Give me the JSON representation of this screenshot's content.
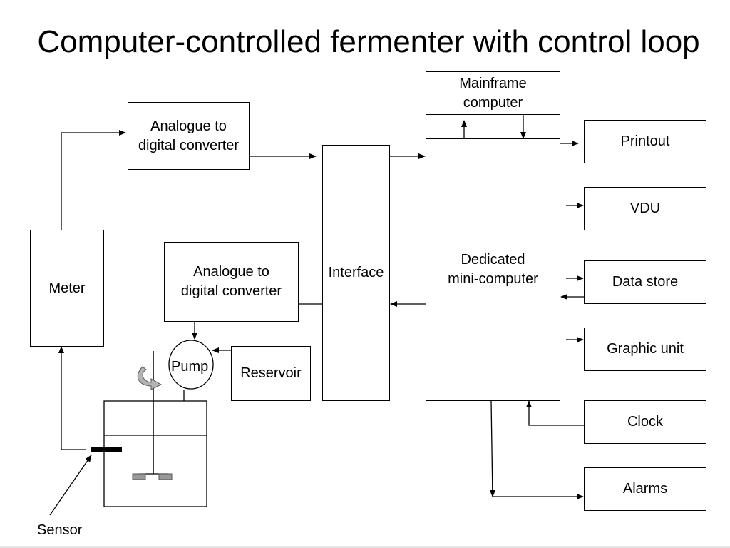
{
  "title": "Computer-controlled fermenter with control loop",
  "blocks": {
    "mainframe": [
      "Mainframe",
      "computer"
    ],
    "adc_top": [
      "Analogue to",
      "digital converter"
    ],
    "adc_mid": [
      "Analogue to",
      "digital converter"
    ],
    "interface": "Interface",
    "minicomputer": [
      "Dedicated",
      "mini-computer"
    ],
    "meter": "Meter",
    "printout": "Printout",
    "vdu": "VDU",
    "data_store": "Data store",
    "graphic_unit": "Graphic unit",
    "clock": "Clock",
    "alarms": "Alarms",
    "reservoir": "Reservoir",
    "pump": "Pump",
    "sensor": "Sensor"
  }
}
